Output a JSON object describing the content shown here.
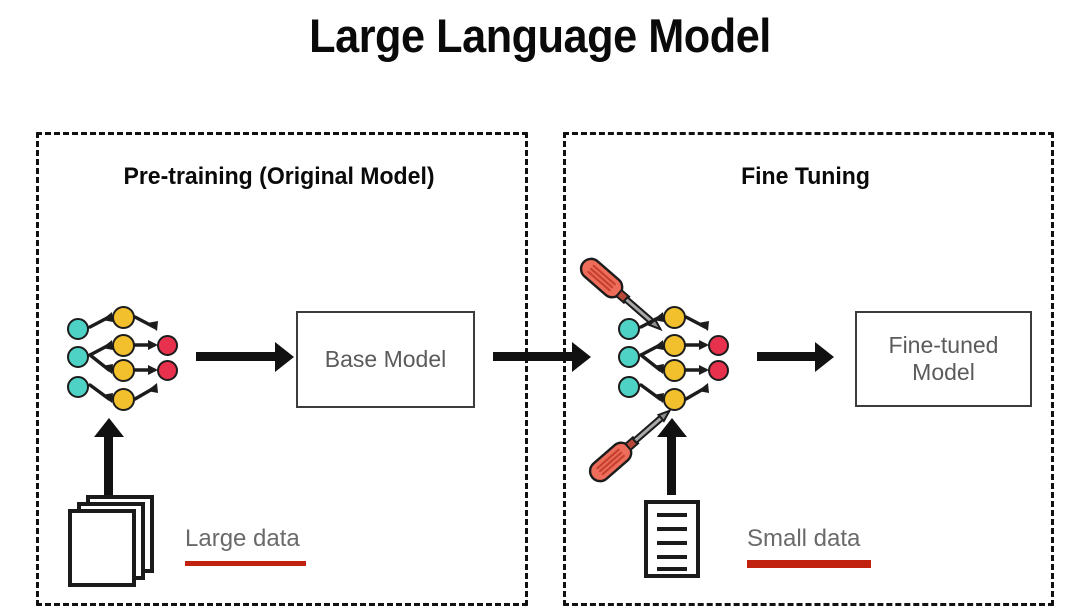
{
  "page": {
    "title": "Large Language Model",
    "background": "#ffffff"
  },
  "colors": {
    "node_cyan": "#4ed2c6",
    "node_yellow": "#f1c02c",
    "node_red": "#e8314c",
    "arrow_black": "#111111",
    "box_border": "#3c3c3c",
    "box_text": "#5b5b5b",
    "label_gray": "#6a6a6a",
    "underline_red": "#c0220f",
    "screwdriver_handle": "#ee6c5a",
    "screwdriver_shaft": "#9a9a9a",
    "panel_border": "#111111"
  },
  "panels": [
    {
      "id": "pretraining",
      "title": "Pre-training (Original Model)",
      "model_box": "Base Model",
      "data_label": "Large data",
      "doc_icon": "document-stack-icon",
      "doc_sheets": 3,
      "has_screwdrivers": false,
      "network": {
        "cyan_nodes": 3,
        "yellow_nodes": 4,
        "red_nodes": 2
      }
    },
    {
      "id": "finetuning",
      "title": "Fine Tuning",
      "model_box": "Fine-tuned\nModel",
      "model_box_line1": "Fine-tuned",
      "model_box_line2": "Model",
      "data_label": "Small data",
      "doc_icon": "document-single-icon",
      "doc_sheets": 1,
      "has_screwdrivers": true,
      "screwdrivers": 2,
      "network": {
        "cyan_nodes": 3,
        "yellow_nodes": 4,
        "red_nodes": 2
      }
    }
  ],
  "arrows": [
    {
      "name": "network-to-base-model",
      "direction": "right"
    },
    {
      "name": "base-model-to-finetuning",
      "direction": "right"
    },
    {
      "name": "finetuning-network-to-finetuned-model",
      "direction": "right"
    },
    {
      "name": "large-data-to-network",
      "direction": "up"
    },
    {
      "name": "small-data-to-network",
      "direction": "up"
    }
  ]
}
